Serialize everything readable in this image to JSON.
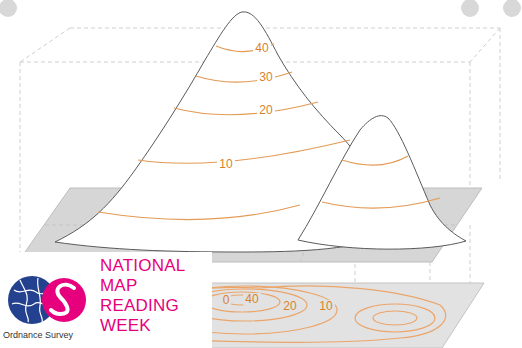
{
  "diagram": {
    "labels": [
      "40",
      "30",
      "20",
      "10",
      "0",
      "40",
      "20",
      "10",
      "NATIONAL MAP READING WEEK",
      "Ordnance Survey"
    ]
  }
}
